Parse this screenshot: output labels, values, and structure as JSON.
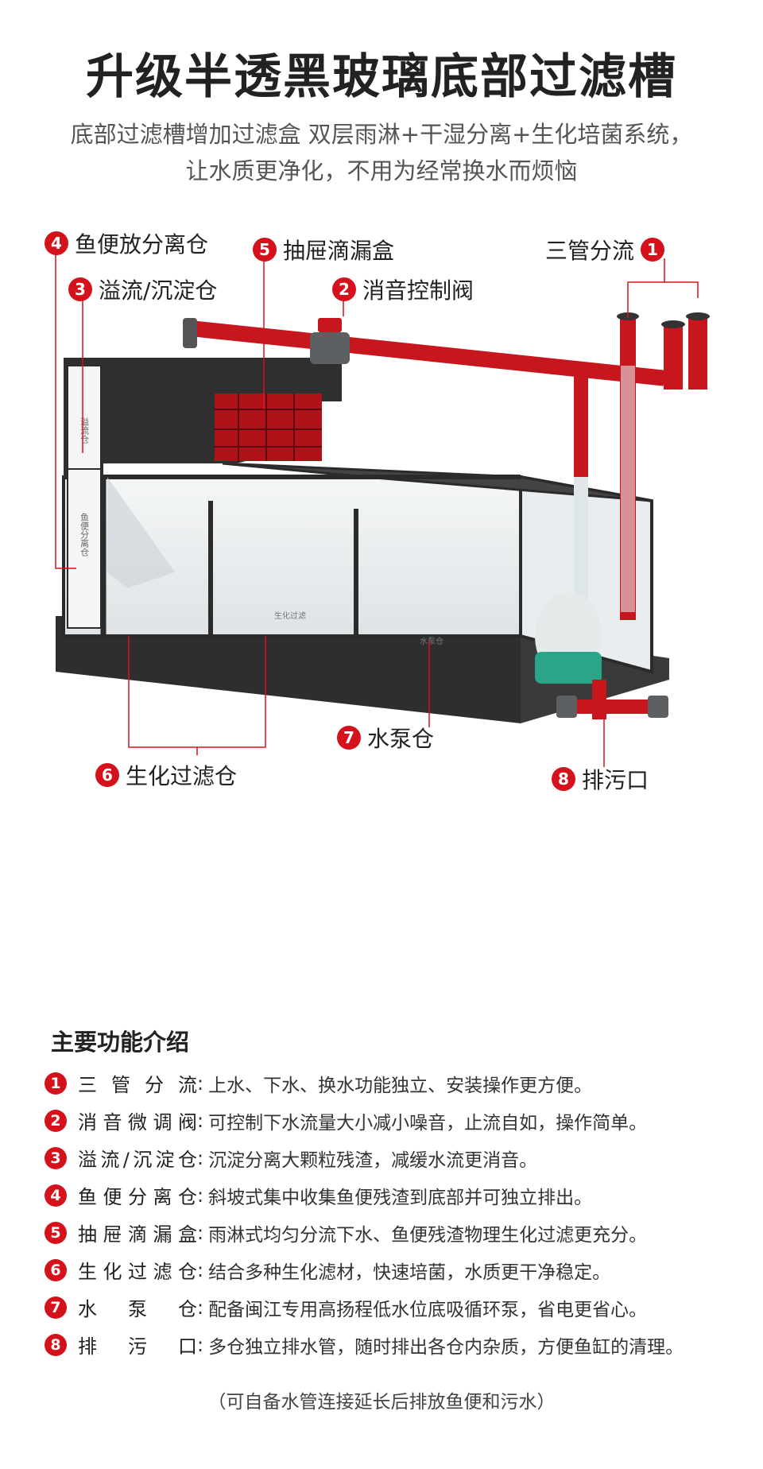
{
  "title": "升级半透黑玻璃底部过滤槽",
  "subtitle_line1": "底部过滤槽增加过滤盒  双层雨淋+干湿分离+生化培菌系统，",
  "subtitle_line2": "让水质更净化，不用为经常换水而烦恼",
  "callouts": [
    {
      "num": "1",
      "label": "三管分流"
    },
    {
      "num": "2",
      "label": "消音控制阀"
    },
    {
      "num": "3",
      "label": "溢流/沉淀仓"
    },
    {
      "num": "4",
      "label": "鱼便放分离仓"
    },
    {
      "num": "5",
      "label": "抽屉滴漏盒"
    },
    {
      "num": "6",
      "label": "生化过滤仓"
    },
    {
      "num": "7",
      "label": "水泵仓"
    },
    {
      "num": "8",
      "label": "排污口"
    }
  ],
  "tank_text": {
    "overflow_side": "溢流仓",
    "fish_side": "鱼便分离仓",
    "bio_floor": "生化过滤",
    "pump_floor": "水泵仓"
  },
  "features_title": "主要功能介绍",
  "features": [
    {
      "num": "1",
      "name": "三管分流",
      "desc": "上水、下水、换水功能独立、安装操作更方便。"
    },
    {
      "num": "2",
      "name": "消音微调阀",
      "desc": "可控制下水流量大小减小噪音，止流自如，操作简单。"
    },
    {
      "num": "3",
      "name": "溢流/沉淀仓",
      "desc": "沉淀分离大颗粒残渣，减缓水流更消音。"
    },
    {
      "num": "4",
      "name": "鱼便分离仓",
      "desc": "斜坡式集中收集鱼便残渣到底部并可独立排出。"
    },
    {
      "num": "5",
      "name": "抽屉滴漏盒",
      "desc": "雨淋式均匀分流下水、鱼便残渣物理生化过滤更充分。"
    },
    {
      "num": "6",
      "name": "生化过滤仓",
      "desc": "结合多种生化滤材，快速培菌，水质更干净稳定。"
    },
    {
      "num": "7",
      "name": "水泵仓",
      "desc": "配备闽江专用高扬程低水位底吸循环泵，省电更省心。"
    },
    {
      "num": "8",
      "name": "排污口",
      "desc": "多仓独立排水管，随时排出各仓内杂质，方便鱼缸的清理。"
    }
  ],
  "footnote": "（可自备水管连接延长后排放鱼便和污水）",
  "colors": {
    "accent": "#d5121b",
    "tank": "#2b2b2b",
    "pipe": "#c8161e",
    "pump": "#2aa58a"
  }
}
